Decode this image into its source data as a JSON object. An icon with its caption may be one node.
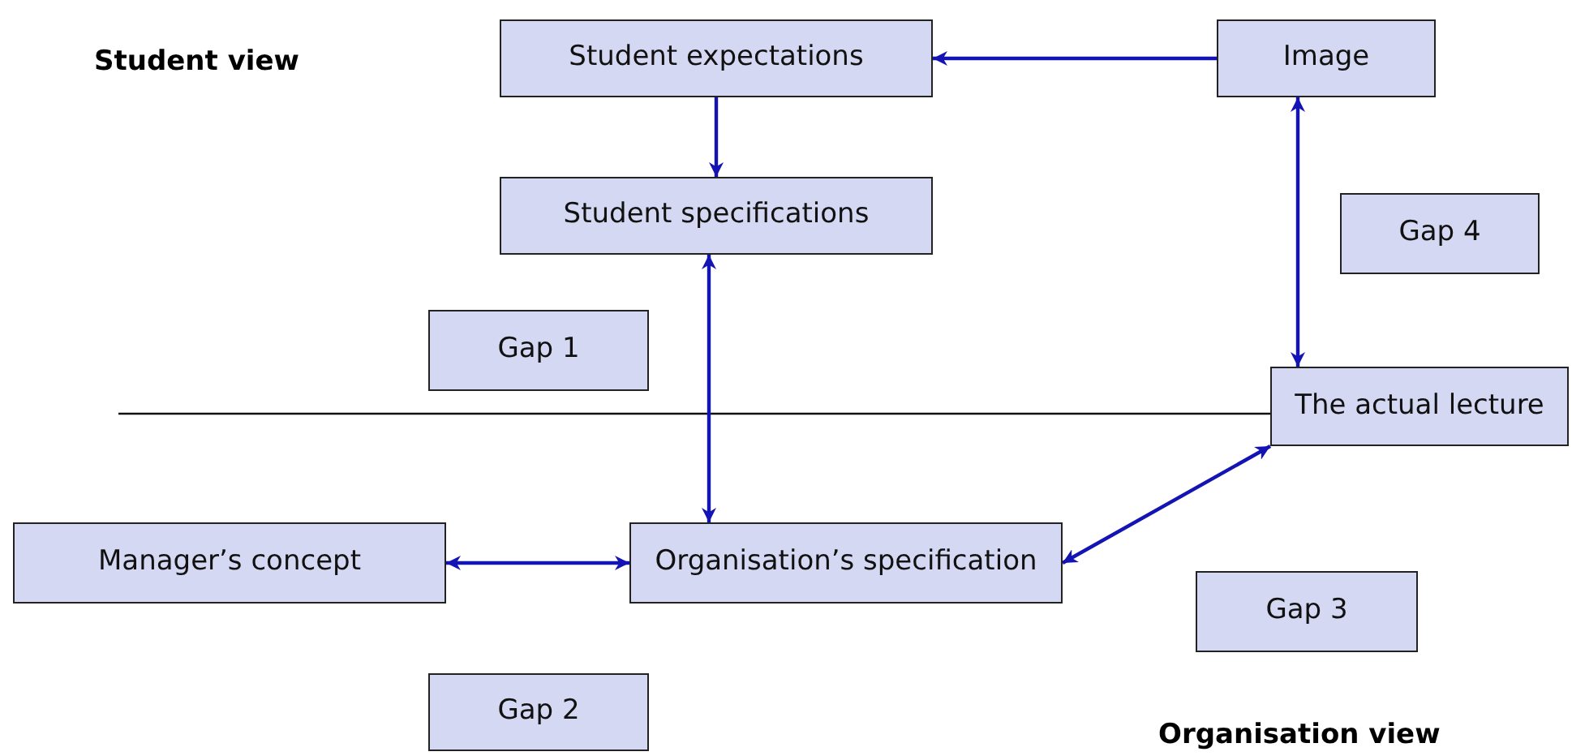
{
  "diagram": {
    "nodes": [
      {
        "text": [
          "Student expectations"
        ]
      },
      {
        "text": [
          "Image"
        ]
      },
      {
        "text": [
          "Student specifications"
        ]
      },
      {
        "text": [
          "Gap 4"
        ]
      },
      {
        "text": [
          "Gap 1"
        ]
      },
      {
        "text": [
          "The actual lecture"
        ]
      },
      {
        "text": [
          "Manager’s concept"
        ]
      },
      {
        "text": [
          "Organisation’s specification"
        ]
      },
      {
        "text": [
          "Gap 3"
        ]
      },
      {
        "text": [
          "Gap 2"
        ]
      }
    ],
    "edges": [
      {
        "from": 1,
        "to": 0,
        "arrow": "to"
      },
      {
        "from": 0,
        "to": 2,
        "arrow": "to"
      },
      {
        "from": 2,
        "to": 7,
        "arrow": "both"
      },
      {
        "from": 1,
        "to": 5,
        "arrow": "both"
      },
      {
        "from": 6,
        "to": 7,
        "arrow": "both"
      },
      {
        "from": 7,
        "to": 5,
        "arrow": "both"
      }
    ],
    "labels": [
      "Student view",
      "Organisation view"
    ]
  }
}
